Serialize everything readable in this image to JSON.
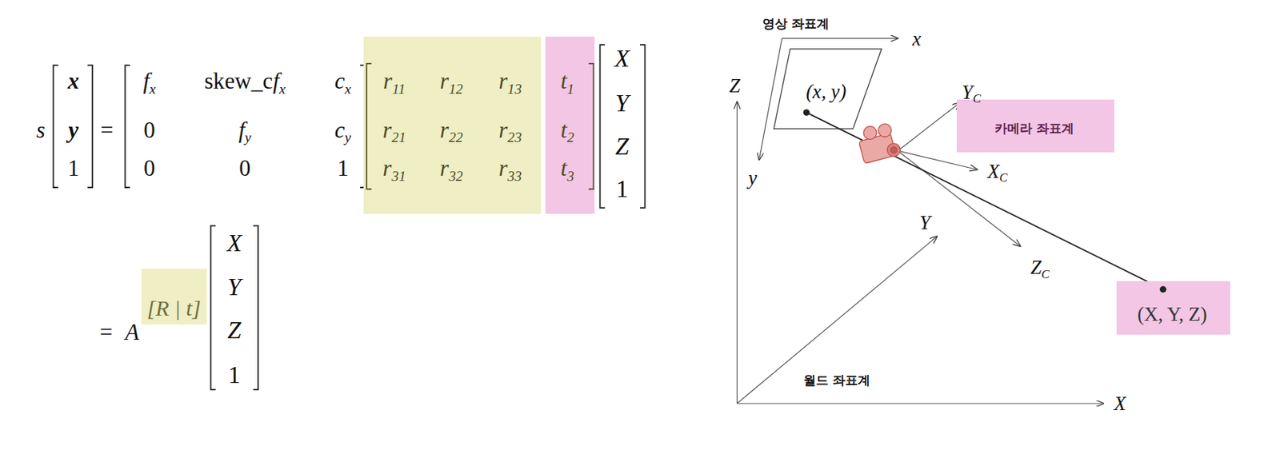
{
  "diagram": {
    "nodes": [
      {
        "text": [
          "r",
          "11",
          "r",
          "12",
          "r",
          "13",
          "r",
          "21",
          "r",
          "22",
          "r",
          "23",
          "r",
          "31",
          "r",
          "32",
          "r",
          "33"
        ]
      },
      {
        "text": [
          "t",
          "1",
          "t",
          "2",
          "t",
          "3"
        ]
      },
      {
        "text": [
          "[R | t]"
        ]
      },
      {
        "text": [
          "카메라 좌표계"
        ]
      },
      {
        "text": [
          "(X, Y, Z)"
        ]
      }
    ],
    "labels": [
      "s",
      "x",
      "y",
      "1",
      "=",
      "f",
      "x",
      "skew_c",
      "f",
      "x",
      "c",
      "x",
      "0",
      "f",
      "y",
      "c",
      "y",
      "0",
      "0",
      "1",
      "X",
      "Y",
      "Z",
      "1",
      "=",
      "A",
      "X",
      "Y",
      "Z",
      "1",
      "영상 좌표계",
      "x",
      "y",
      "(x, y)",
      "Z",
      "Y",
      "C",
      "X",
      "C",
      "Z",
      "C",
      "Y",
      "X",
      "월드 좌표계"
    ]
  }
}
